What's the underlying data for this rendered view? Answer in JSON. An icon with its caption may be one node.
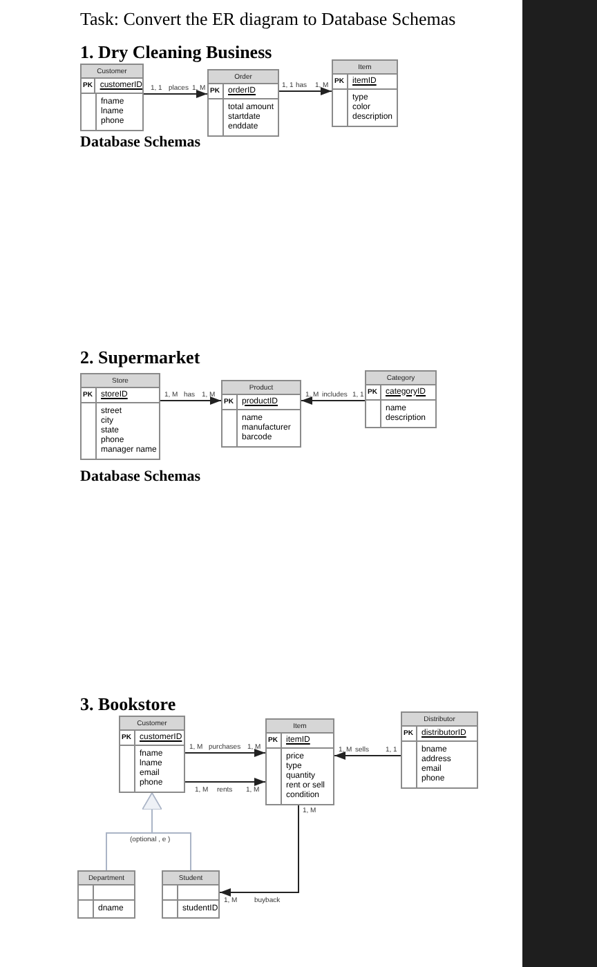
{
  "diagram": {
    "title": "Task: Convert the ER diagram to Database Schemas",
    "nodes": [
      {
        "text": [
          "Customer",
          "PK",
          "customerID",
          "fname",
          "lname",
          "phone"
        ]
      },
      {
        "text": [
          "Order",
          "PK",
          "orderID",
          "total amount",
          "startdate",
          "enddate"
        ]
      },
      {
        "text": [
          "Item",
          "PK",
          "itemID",
          "type",
          "color",
          "description"
        ]
      },
      {
        "text": [
          "Store",
          "PK",
          "storeID",
          "street",
          "city",
          "state",
          "phone",
          "manager name"
        ]
      },
      {
        "text": [
          "Product",
          "PK",
          "productID",
          "name",
          "manufacturer",
          "barcode"
        ]
      },
      {
        "text": [
          "Category",
          "PK",
          "categoryID",
          "name",
          "description"
        ]
      },
      {
        "text": [
          "Customer",
          "PK",
          "customerID",
          "fname",
          "lname",
          "email",
          "phone"
        ]
      },
      {
        "text": [
          "Item",
          "PK",
          "itemID",
          "price",
          "type",
          "quantity",
          "rent or sell",
          "condition"
        ]
      },
      {
        "text": [
          "Distributor",
          "PK",
          "distributorID",
          "bname",
          "address",
          "email",
          "phone"
        ]
      },
      {
        "text": [
          "Department",
          "dname"
        ]
      },
      {
        "text": [
          "Student",
          "studentID"
        ]
      }
    ],
    "edges": [
      {
        "from": 0,
        "to": 1,
        "arrow": "to",
        "label": "places"
      },
      {
        "from": 1,
        "to": 2,
        "arrow": "to",
        "label": "has"
      },
      {
        "from": 3,
        "to": 4,
        "arrow": "to",
        "label": "has"
      },
      {
        "from": 5,
        "to": 4,
        "arrow": "to",
        "label": "includes"
      },
      {
        "from": 6,
        "to": 7,
        "arrow": "to",
        "label": "purchases"
      },
      {
        "from": 6,
        "to": 7,
        "arrow": "to",
        "label": "rents"
      },
      {
        "from": 8,
        "to": 7,
        "arrow": "to",
        "label": "sells"
      },
      {
        "from": 7,
        "to": 10,
        "arrow": "to",
        "label": "buyback"
      },
      {
        "from": 9,
        "to": 6,
        "arrow": "to",
        "color": "#aab4c6"
      },
      {
        "from": 10,
        "to": 6,
        "arrow": "to",
        "color": "#aab4c6"
      }
    ],
    "labels": [
      "1. Dry Cleaning Business",
      "1, 1",
      "1, M",
      "1, 1",
      "1, M",
      "Database Schemas",
      "2. Supermarket",
      "1, M",
      "1, M",
      "1, M",
      "1, 1",
      "Database Schemas",
      "3. Bookstore",
      "1, M",
      "1, M",
      "1, M",
      "1, M",
      "1, M",
      "1, 1",
      "1, M",
      "(optional , e )",
      "1, M"
    ]
  }
}
